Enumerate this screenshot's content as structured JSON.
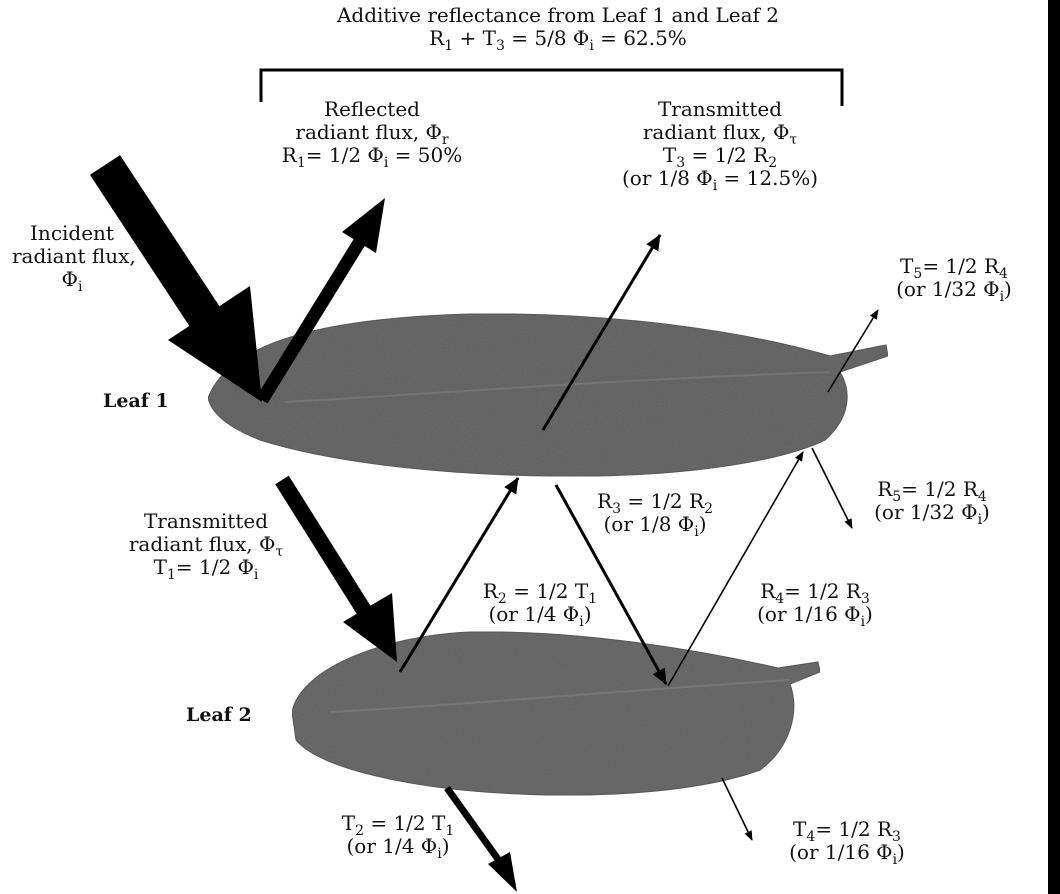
{
  "colors": {
    "leaf": "#5a5a5a",
    "leaf_edge": "#4a4a4a",
    "arrow": "#000000",
    "background": "#ffffff"
  },
  "title": {
    "line1": "Additive reflectance from Leaf 1 and Leaf 2",
    "line2": "R1 + T3 = 5/8 Φi = 62.5%"
  },
  "leaves": {
    "leaf1": "Leaf 1",
    "leaf2": "Leaf 2"
  },
  "labels": {
    "incident": {
      "l1": "Incident",
      "l2": "radiant flux,",
      "l3": "Φi"
    },
    "reflected": {
      "l1": "Reflected",
      "l2": "radiant flux, Φr",
      "l3": "R1= 1/2 Φi = 50%"
    },
    "transmitted_top": {
      "l1": "Transmitted",
      "l2": "radiant flux, Φτ",
      "l3": "T3 = 1/2 R2",
      "l4": "(or 1/8 Φi = 12.5%)"
    },
    "t5": {
      "l1": "T5= 1/2 R4",
      "l2": "(or 1/32 Φi)"
    },
    "transmitted_left": {
      "l1": "Transmitted",
      "l2": "radiant flux, Φτ",
      "l3": "T1= 1/2 Φi"
    },
    "r3": {
      "l1": "R3 = 1/2 R2",
      "l2": "(or 1/8 Φi)"
    },
    "r5": {
      "l1": "R5= 1/2 R4",
      "l2": "(or 1/32 Φi)"
    },
    "r2": {
      "l1": "R2 = 1/2 T1",
      "l2": "(or 1/4 Φi)"
    },
    "r4": {
      "l1": "R4= 1/2 R3",
      "l2": "(or 1/16 Φi)"
    },
    "t2": {
      "l1": "T2 = 1/2 T1",
      "l2": "(or 1/4 Φi)"
    },
    "t4": {
      "l1": "T4= 1/2 R3",
      "l2": "(or 1/16 Φi)"
    }
  }
}
